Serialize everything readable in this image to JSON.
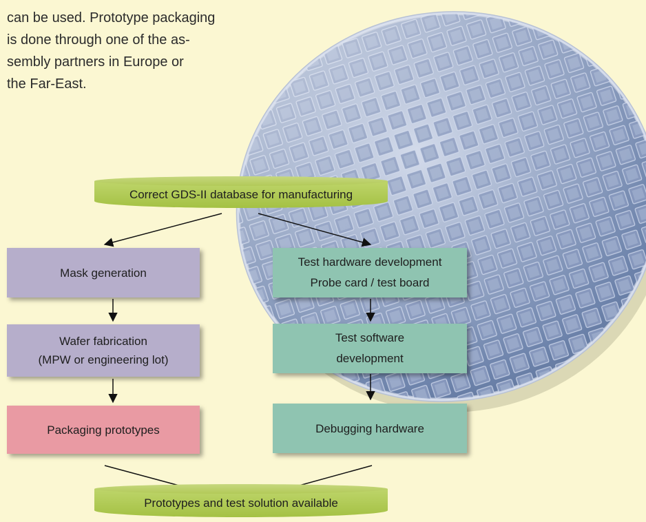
{
  "intro_lines": [
    "can be used. Prototype packaging",
    "is done through one of the as-",
    "sembly partners in Europe or",
    "the Far-East."
  ],
  "diagram": {
    "top_node": "Correct GDS-II database for manufacturing",
    "left_column": {
      "mask": "Mask generation",
      "wafer_fab_line1": "Wafer fabrication",
      "wafer_fab_line2": "(MPW or engineering lot)",
      "packaging": "Packaging prototypes"
    },
    "right_column": {
      "test_hw_line1": "Test hardware development",
      "test_hw_line2": "Probe card / test board",
      "test_sw_line1": "Test software",
      "test_sw_line2": "development",
      "debug": "Debugging hardware"
    },
    "bottom_node": "Prototypes and test solution available"
  },
  "colors": {
    "background": "#fbf7d2",
    "disk": "#b7cf5e",
    "purple_box": "#b6aecb",
    "teal_box": "#8fc4b1",
    "pink_box": "#e99aa3"
  }
}
